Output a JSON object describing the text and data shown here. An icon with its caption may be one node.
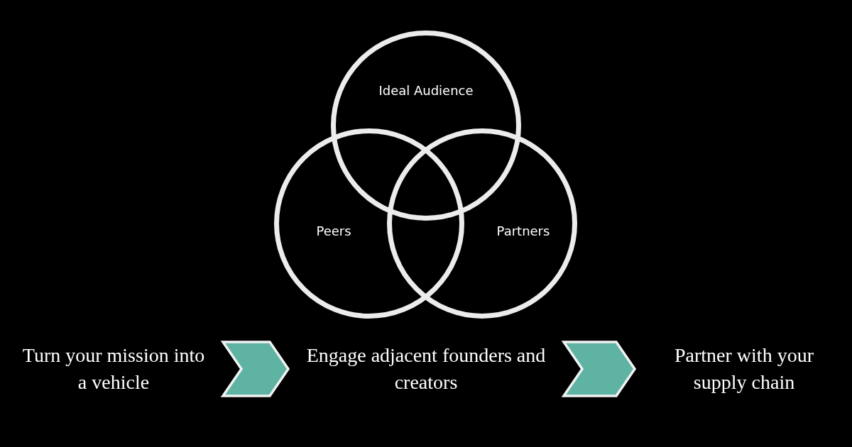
{
  "diagram": {
    "nodes": [
      {
        "text": [
          "Ideal Audience"
        ]
      },
      {
        "text": [
          "Peers"
        ]
      },
      {
        "text": [
          "Partners"
        ]
      },
      {
        "text": [
          "Turn your mission into a vehicle"
        ]
      },
      {
        "text": [
          "Engage adjacent founders and creators"
        ]
      },
      {
        "text": [
          "Partner with your supply chain"
        ]
      }
    ],
    "edges": [
      {
        "from": 3,
        "to": 4,
        "arrow": "to"
      },
      {
        "from": 4,
        "to": 5,
        "arrow": "to"
      }
    ]
  }
}
